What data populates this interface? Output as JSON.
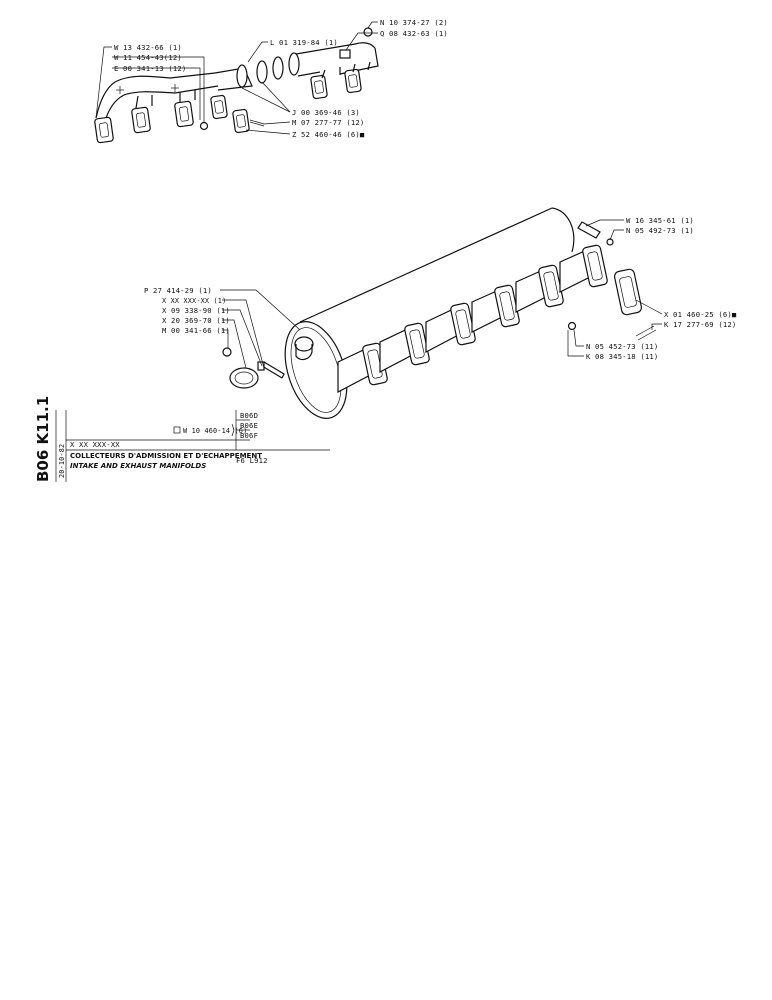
{
  "upper_assembly": {
    "labels": {
      "w13": "W 13 432-66 (1)",
      "w11": "W 11 454-43(12)",
      "e00": "E 00 341-13 (12)",
      "l01": "L 01 319-84 (1)",
      "n10": "N 10 374-27 (2)",
      "q08": "Q 08 432-63 (1)",
      "j00": "J 00 369-46 (3)",
      "m07": "M 07 277-77 (12)",
      "z52": "Z 52 460-46 (6)■"
    }
  },
  "lower_assembly": {
    "labels": {
      "w16": "W 16 345-61 (1)",
      "n05a": "N 05 492-73 (1)",
      "p27": "P 27 414-29 (1)",
      "xxx": "X XX XXX-XX (1)",
      "x09": "X 09 338-90 (1)",
      "x20": "X 20 369-70 (1)",
      "m00": "M 00 341-66 (1)",
      "x01": "X 01 460-25 (6)■",
      "k17": "K 17 277-69 (12)",
      "n05b": "N 05 452-73 (11)",
      "k08": "K 08 345-18 (11)"
    }
  },
  "title_block": {
    "page_code": "B06 K11.1",
    "date": "20-10-82",
    "part_placeholder": "X XX XXX-XX",
    "variant_note": "W 10 460-14 (6)",
    "variants": [
      "B06D",
      "B06E",
      "B06F"
    ],
    "title_fr": "COLLECTEURS D'ADMISSION ET D'ECHAPPEMENT",
    "title_en": "INTAKE AND EXHAUST MANIFOLDS",
    "engine": "F6 L912"
  }
}
